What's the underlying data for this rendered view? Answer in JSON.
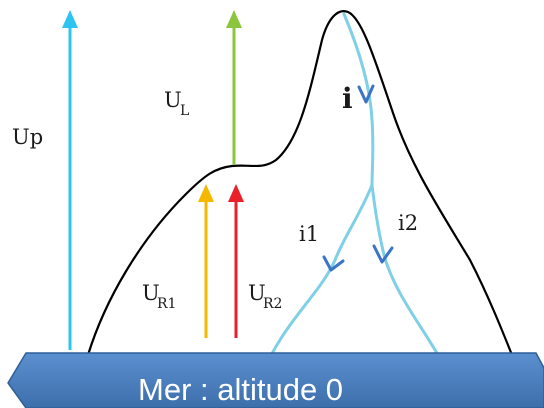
{
  "labels": {
    "up": "Up",
    "ul_main": "U",
    "ul_sub": "L",
    "i": "i",
    "i1": "i1",
    "i2": "i2",
    "ur1_main": "U",
    "ur1_sub": "R1",
    "ur2_main": "U",
    "ur2_sub": "R2",
    "sea": "Mer  : altitude 0"
  },
  "colors": {
    "up_arrow": "#2ec4f0",
    "ul_arrow": "#8cc63f",
    "ur1_arrow": "#f5b800",
    "ur2_arrow": "#e8202a",
    "mountain_outline": "#000000",
    "current": "#7fd0e6",
    "current_arrowhead": "#3a74c4",
    "sea_fill": "#4f81bd",
    "sea_text": "#ffffff"
  }
}
